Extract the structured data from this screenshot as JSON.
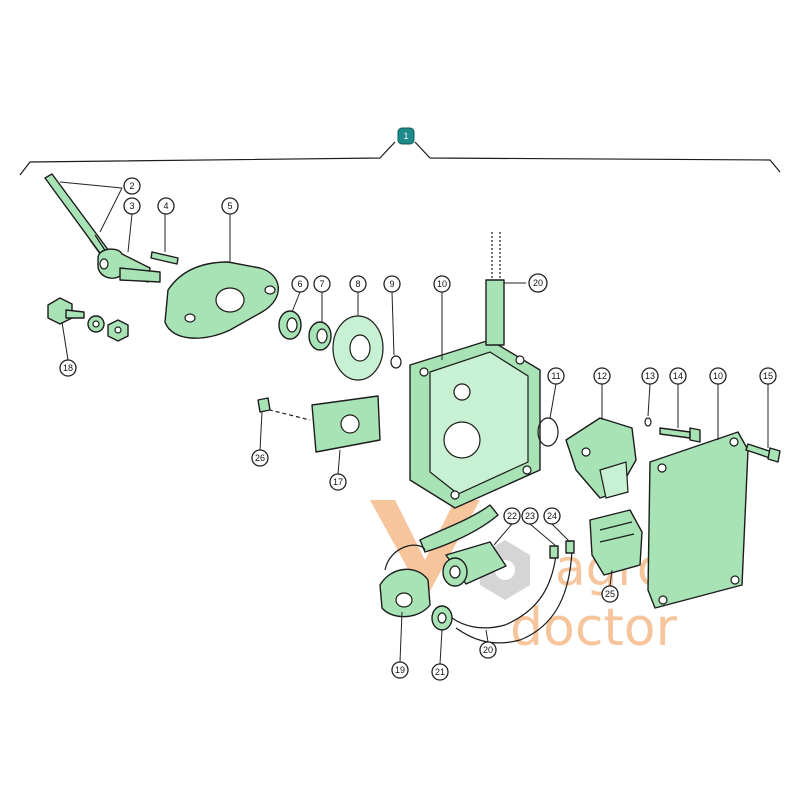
{
  "assembly_label": "1",
  "callouts": {
    "c2": "2",
    "c3": "3",
    "c4": "4",
    "c5": "5",
    "c6": "6",
    "c7": "7",
    "c8": "8",
    "c9": "9",
    "c10a": "10",
    "c10b": "10",
    "c11": "11",
    "c12": "12",
    "c13": "13",
    "c14": "14",
    "c15": "15",
    "c17": "17",
    "c18": "18",
    "c19": "19",
    "c20a": "20",
    "c20b": "20",
    "c21": "21",
    "c22": "22",
    "c23": "23",
    "c24": "24",
    "c25": "25",
    "c26": "26"
  },
  "watermark": {
    "line1": "agro",
    "line2": "doctor"
  },
  "colors": {
    "part_fill": "#a8e3b6",
    "accent": "#1f8a8a",
    "watermark": "#f3b27a"
  }
}
